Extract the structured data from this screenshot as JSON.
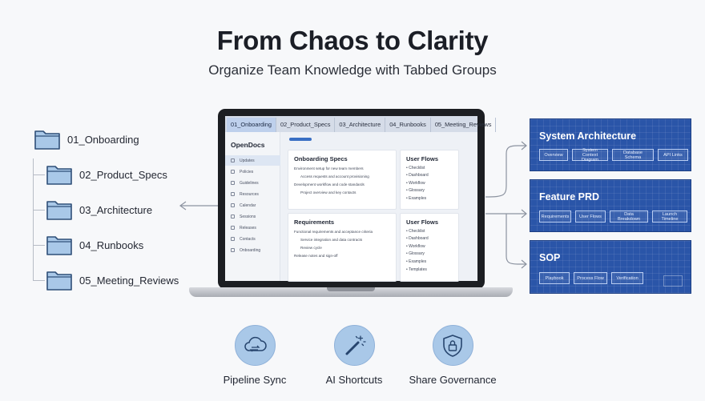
{
  "header": {
    "title": "From Chaos to Clarity",
    "subtitle": "Organize Team Knowledge with Tabbed Groups"
  },
  "folders": [
    {
      "label": "01_Onboarding",
      "icon": "folder-icon"
    },
    {
      "label": "02_Product_Specs",
      "icon": "folder-icon"
    },
    {
      "label": "03_Architecture",
      "icon": "folder-icon"
    },
    {
      "label": "04_Runbooks",
      "icon": "folder-icon"
    },
    {
      "label": "05_Meeting_Reviews",
      "icon": "folder-icon"
    }
  ],
  "app": {
    "tabs": [
      {
        "label": "01_Onboarding",
        "active": true
      },
      {
        "label": "02_Product_Specs",
        "active": false
      },
      {
        "label": "03_Architecture",
        "active": false
      },
      {
        "label": "04_Runbooks",
        "active": false
      },
      {
        "label": "05_Meeting_Reviews",
        "active": false
      }
    ],
    "brand": "OpenDocs",
    "sidebar": [
      "Updates",
      "Policies",
      "Guidelines",
      "Resources",
      "Calendar",
      "Sessions",
      "Releases",
      "Contacts",
      "Onboarding"
    ],
    "cards": {
      "c1": {
        "title": "Onboarding Specs",
        "lines": [
          "Environment setup for new team members",
          "Access requests and account provisioning",
          "Development workflow and code standards",
          "Project overview and key contacts"
        ]
      },
      "c2": {
        "title": "User Flows",
        "bullets": [
          "Checklist",
          "Dashboard",
          "Workflow",
          "Glossary",
          "Examples"
        ]
      },
      "c3": {
        "title": "Requirements",
        "lines": [
          "Functional requirements and acceptance criteria",
          "Service integration and data contracts",
          "Review cycle",
          "Release notes and sign-off"
        ]
      },
      "c4": {
        "title": "User Flows",
        "bullets": [
          "Checklist",
          "Dashboard",
          "Workflow",
          "Glossary",
          "Examples",
          "Templates"
        ]
      }
    }
  },
  "panels": [
    {
      "title": "System Architecture",
      "chips": [
        "Overview",
        "System Context Diagram",
        "Database Schema",
        "API Links"
      ]
    },
    {
      "title": "Feature PRD",
      "chips": [
        "Requirements",
        "User Flows",
        "Data Breakdown",
        "Launch Timeline"
      ]
    },
    {
      "title": "SOP",
      "chips": [
        "Playbook",
        "Process Flow",
        "Verification"
      ]
    }
  ],
  "features": [
    {
      "label": "Pipeline Sync",
      "icon": "cloud-sync-icon"
    },
    {
      "label": "AI Shortcuts",
      "icon": "magic-wand-icon"
    },
    {
      "label": "Share Governance",
      "icon": "shield-lock-icon"
    }
  ],
  "colors": {
    "folder_fill": "#a9c8e8",
    "folder_stroke": "#2f4f78",
    "panel_blue": "#2a55a8",
    "accent": "#3a6fc4"
  }
}
